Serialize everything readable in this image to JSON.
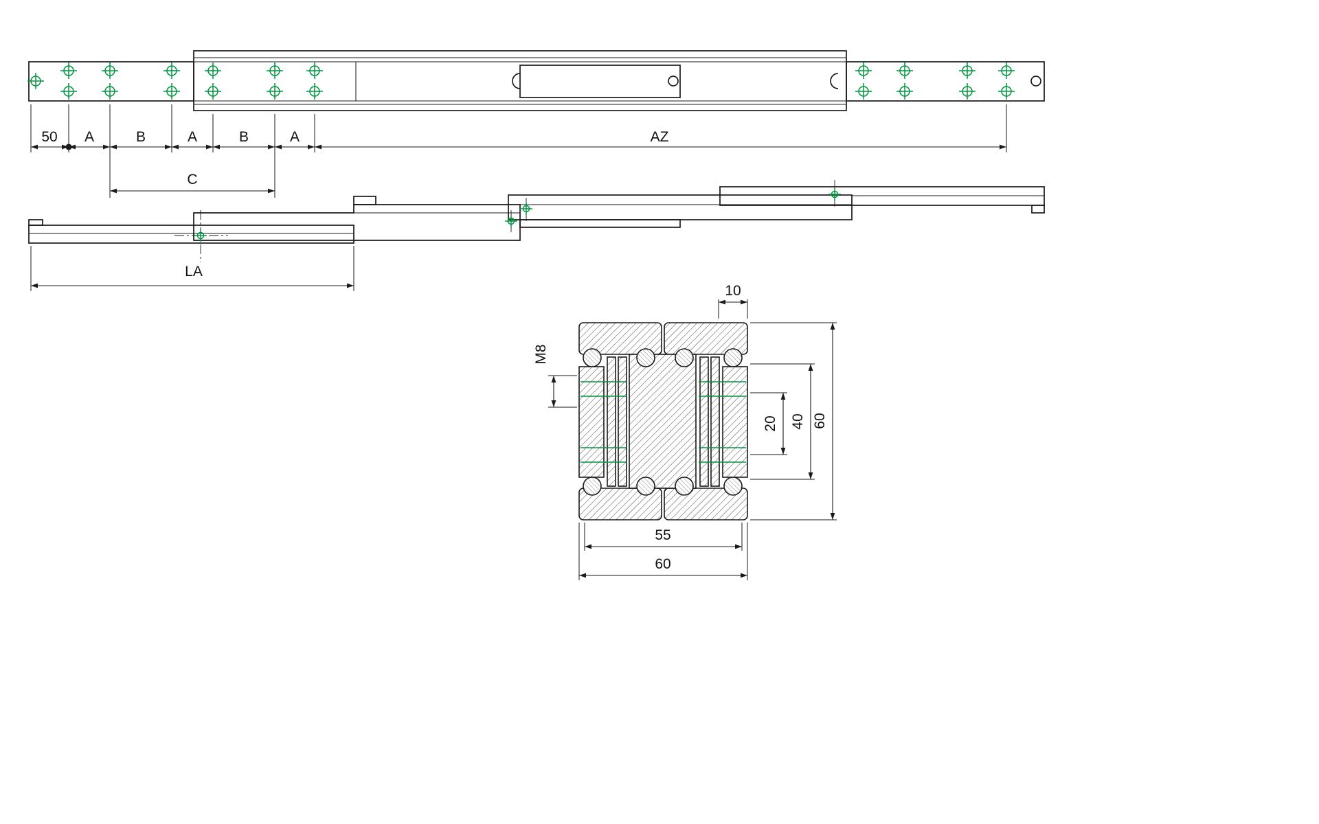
{
  "colors": {
    "line": "#1a1a1a",
    "green": "#009640"
  },
  "top_view": {
    "labels": {
      "seg50": "50",
      "segA1": "A",
      "segB1": "B",
      "segA2": "A",
      "segB2": "B",
      "segA3": "A",
      "segAZ": "AZ",
      "segC": "C"
    }
  },
  "extended_view": {
    "labels": {
      "la": "LA"
    }
  },
  "section_view": {
    "labels": {
      "d10": "10",
      "dM8": "M8",
      "d20": "20",
      "d40": "40",
      "d60h": "60",
      "d55": "55",
      "d60w": "60"
    }
  }
}
